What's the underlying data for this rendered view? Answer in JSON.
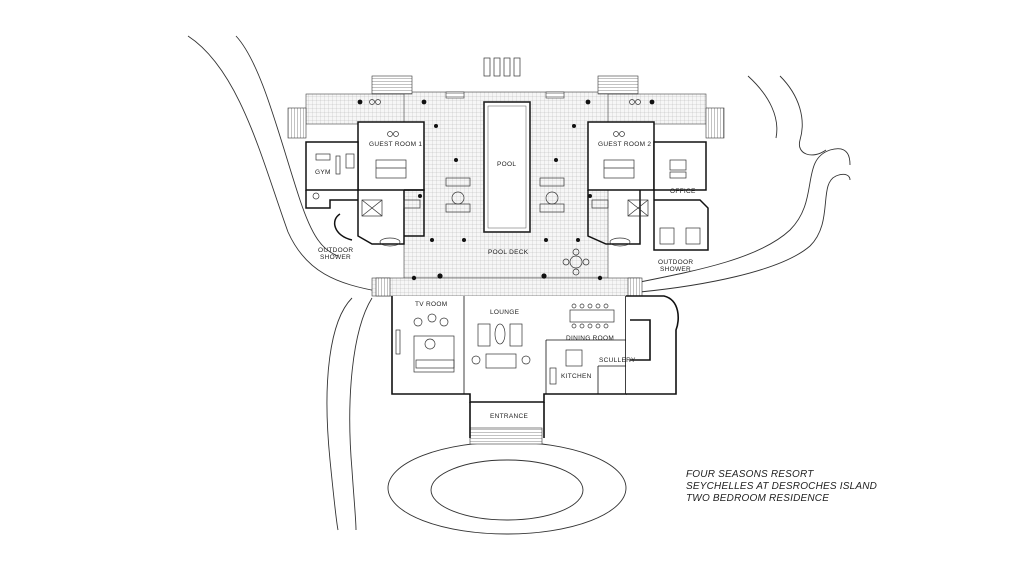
{
  "rooms": {
    "guest_room_1": "GUEST ROOM 1",
    "guest_room_2": "GUEST ROOM 2",
    "gym": "GYM",
    "office": "OFFICE",
    "pool": "POOL",
    "pool_deck": "POOL DECK",
    "outdoor_shower_left_line1": "OUTDOOR",
    "outdoor_shower_left_line2": "SHOWER",
    "outdoor_shower_right_line1": "OUTDOOR",
    "outdoor_shower_right_line2": "SHOWER",
    "tv_room": "TV ROOM",
    "lounge": "LOUNGE",
    "dining_room": "DINING ROOM",
    "scullery": "SCULLERY",
    "kitchen": "KITCHEN",
    "entrance": "ENTRANCE"
  },
  "caption": {
    "line1": "FOUR SEASONS RESORT",
    "line2": "SEYCHELLES AT DESROCHES ISLAND",
    "line3": "TWO BEDROOM RESIDENCE"
  },
  "colors": {
    "ink": "#222222",
    "paper": "#ffffff",
    "tile_fill": "#f4f4f4"
  }
}
